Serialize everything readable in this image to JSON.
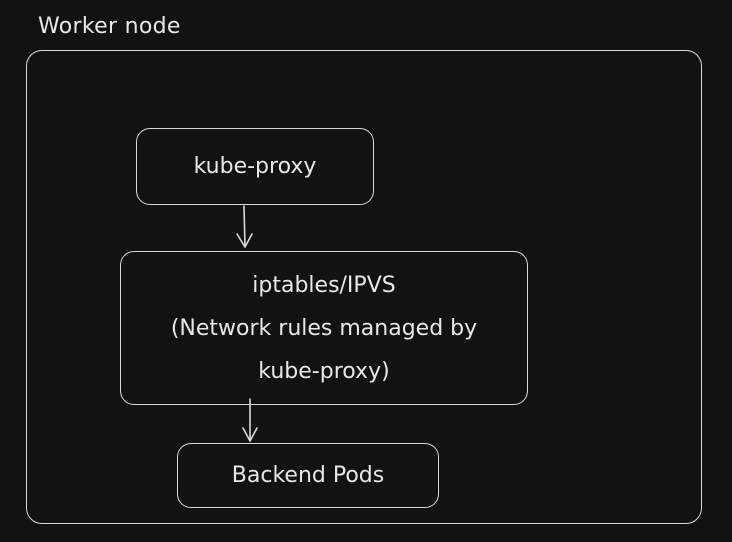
{
  "diagram": {
    "node_title": "Worker node",
    "kube_proxy": {
      "label": "kube-proxy"
    },
    "iptables": {
      "line1": "iptables/IPVS",
      "line2": "(Network rules managed by",
      "line3": "kube-proxy)"
    },
    "backend_pods": {
      "label": "Backend Pods"
    },
    "colors": {
      "background": "#121212",
      "stroke": "#d9d9d9",
      "text": "#e8e8e8"
    }
  }
}
